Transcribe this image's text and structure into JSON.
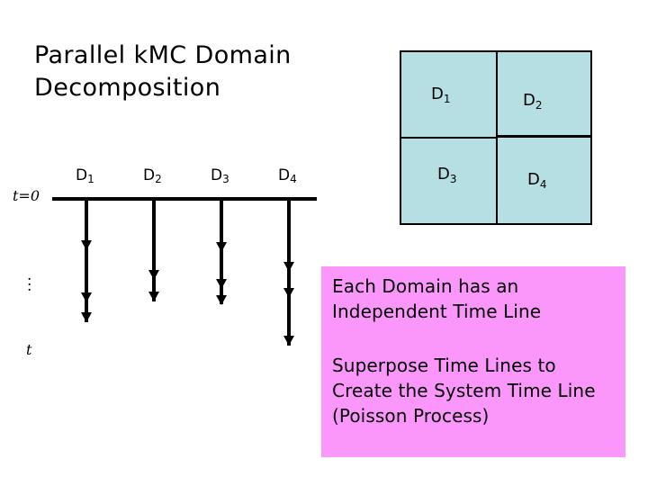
{
  "slide": {
    "title_line1": "Parallel k​MC Domain",
    "title_line2": "Decomposition",
    "background_color": "#ffffff"
  },
  "timeline": {
    "start_label": "t=0",
    "end_label": "t",
    "ellipsis_glyph": "⋮",
    "axis_color": "#000000",
    "domains": [
      {
        "label": "D",
        "subscript": "1",
        "arrow_count": 3
      },
      {
        "label": "D",
        "subscript": "2",
        "arrow_count": 2
      },
      {
        "label": "D",
        "subscript": "3",
        "arrow_count": 3
      },
      {
        "label": "D",
        "subscript": "4",
        "arrow_count": 3
      }
    ]
  },
  "domain_table": {
    "fill_color": "#b5dfe2",
    "border_color": "#000000",
    "cells": [
      {
        "label": "D",
        "subscript": "1"
      },
      {
        "label": "D",
        "subscript": "2"
      },
      {
        "label": "D",
        "subscript": "3"
      },
      {
        "label": "D",
        "subscript": "4"
      }
    ]
  },
  "callouts": {
    "background_color": "#fb96fb",
    "text_a": "Each Domain has an Independent Time Line",
    "text_b": "Superpose Time Lines to Create the System Time Line (Poisson Process)"
  }
}
